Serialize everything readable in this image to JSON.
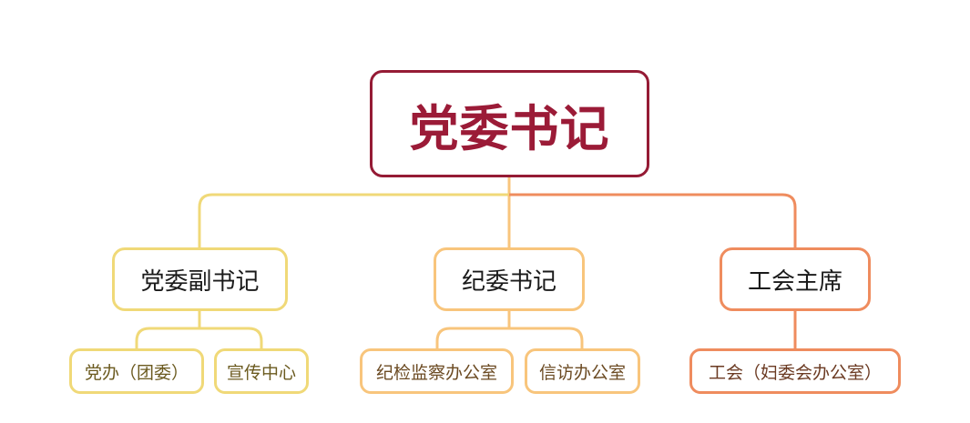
{
  "root": {
    "label": "党委书记"
  },
  "branches": [
    {
      "label": "党委副书记",
      "children": [
        "党办（团委）",
        "宣传中心"
      ]
    },
    {
      "label": "纪委书记",
      "children": [
        "纪检监察办公室",
        "信访办公室"
      ]
    },
    {
      "label": "工会主席",
      "children": [
        "工会（妇委会办公室）"
      ]
    }
  ],
  "colors": {
    "root": "#951b35",
    "branch_yellow": "#f0d978",
    "branch_orange": "#f8c57c",
    "branch_coral": "#ef8c5e"
  }
}
